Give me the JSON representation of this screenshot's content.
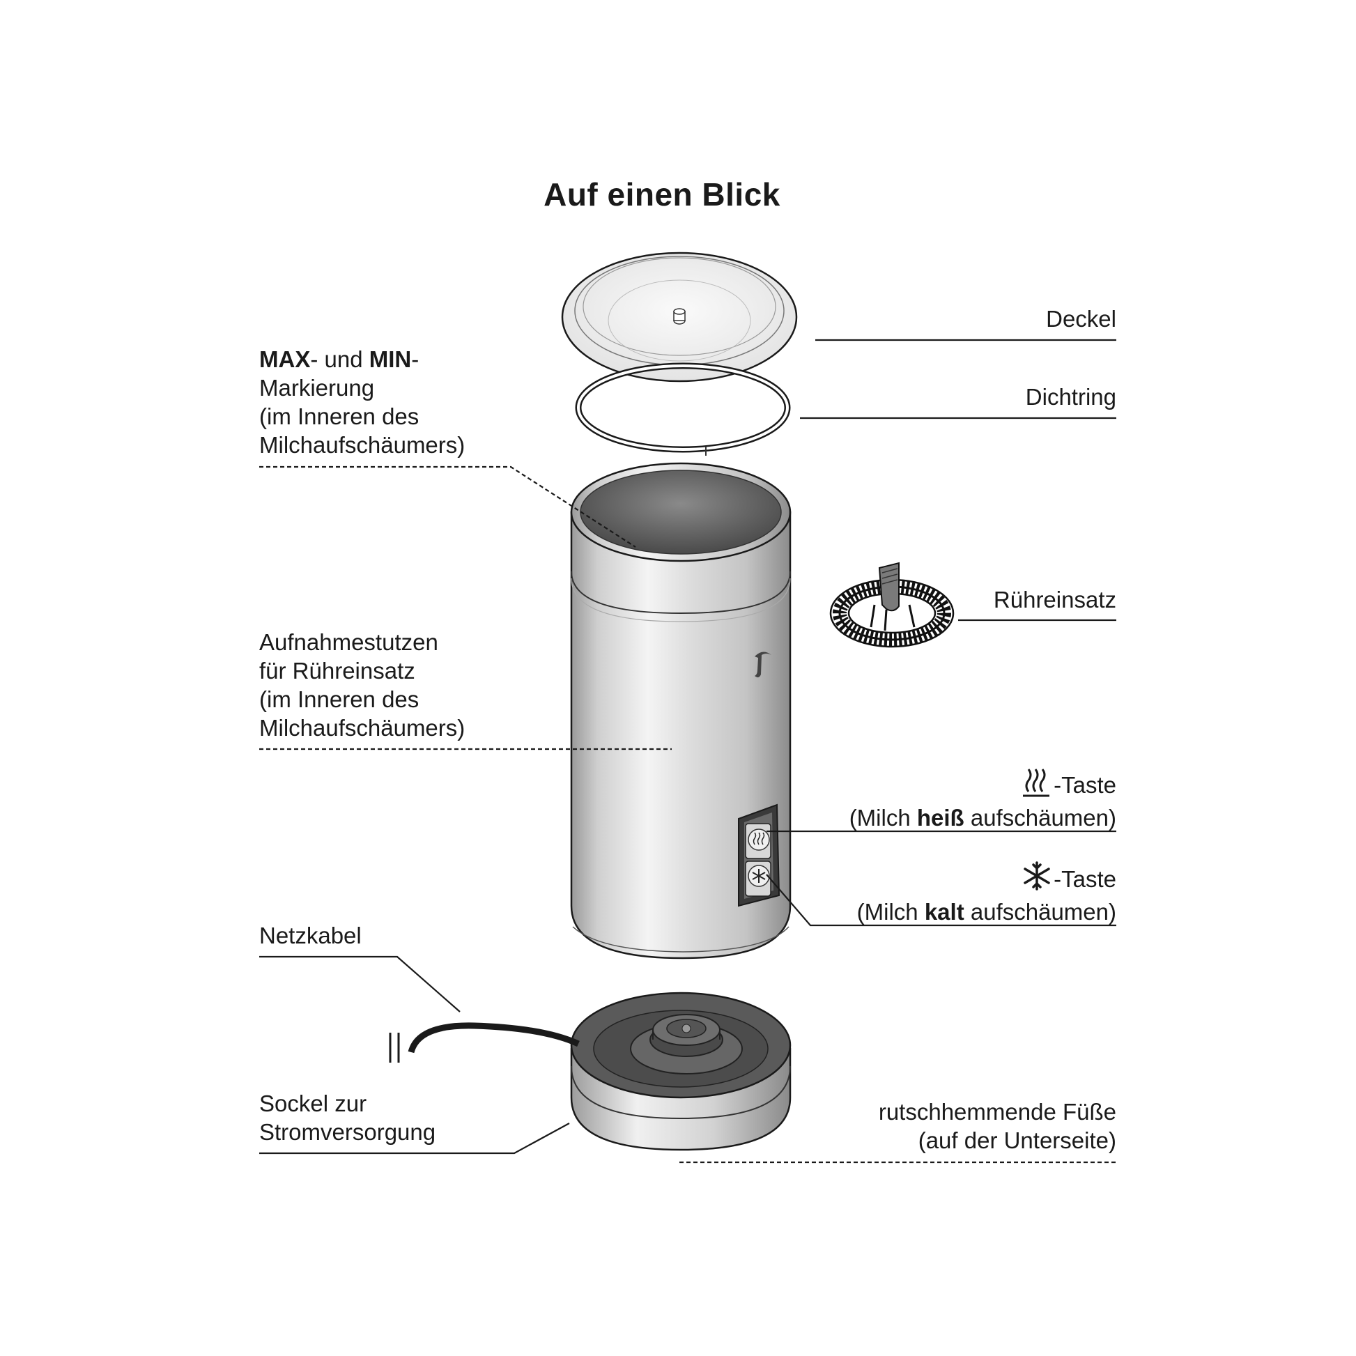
{
  "title": "Auf einen Blick",
  "labels": {
    "max_min": {
      "bold1": "MAX",
      "mid": "- und ",
      "bold2": "MIN",
      "end": "-",
      "line2": "Markierung",
      "line3": "(im Inneren des",
      "line4": "Milchaufschäumers)"
    },
    "aufnahme": {
      "line1": "Aufnahmestutzen",
      "line2": "für Rühreinsatz",
      "line3": "(im Inneren des",
      "line4": "Milchaufschäumers)"
    },
    "netzkabel": "Netzkabel",
    "sockel": {
      "line1": "Sockel zur",
      "line2": "Stromversorgung"
    },
    "deckel": "Deckel",
    "dichtring": "Dichtring",
    "ruehreinsatz": "Rühreinsatz",
    "hot_button": {
      "line1": "-Taste",
      "pre": "(Milch ",
      "bold": "heiß",
      "post": " aufschäumen)"
    },
    "cold_button": {
      "line1": "-Taste",
      "pre": "(Milch ",
      "bold": "kalt",
      "post": " aufschäumen)"
    },
    "fuesse": {
      "line1": "rutschhemmende Füße",
      "line2": "(auf der Unterseite)"
    }
  },
  "icons": [
    "steam-icon",
    "snowflake-icon",
    "tchibo-logo-icon"
  ],
  "colors": {
    "line": "#1a1a1a",
    "steel_light": "#e6e6e6",
    "steel_dark": "#8a8a8a",
    "interior": "#6c6c6c",
    "base_top": "#555555"
  }
}
